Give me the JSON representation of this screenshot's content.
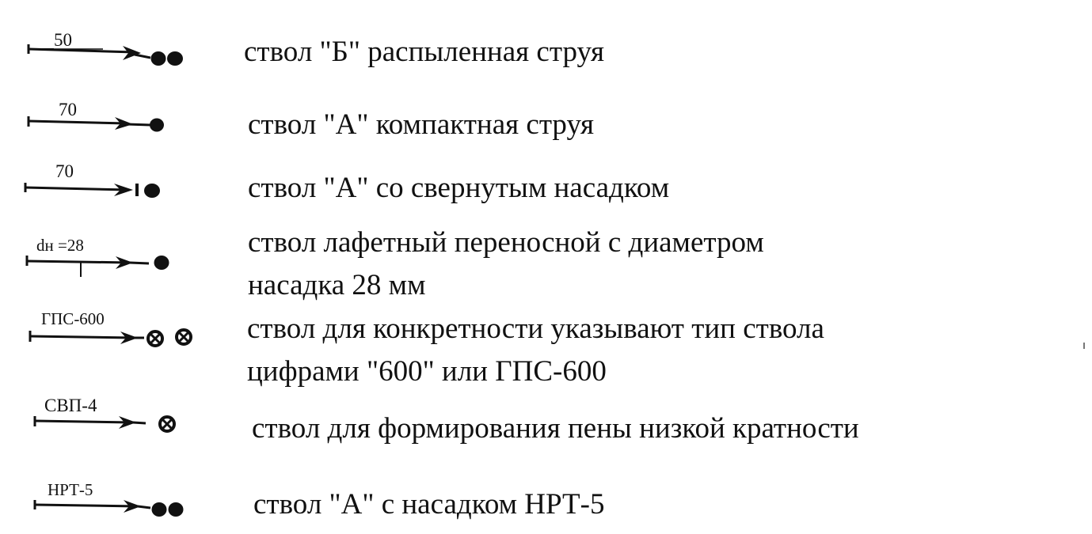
{
  "legend": {
    "items": [
      {
        "symbol_label": "50",
        "description_lines": [
          "ствол \"Б\" распыленная струя"
        ]
      },
      {
        "symbol_label": "70",
        "description_lines": [
          "ствол \"А\" компактная струя"
        ]
      },
      {
        "symbol_label": "70",
        "description_lines": [
          "ствол \"А\" со свернутым насадком"
        ]
      },
      {
        "symbol_label": "dн =28",
        "description_lines": [
          "ствол лафетный переносной с диаметром",
          "насадка 28 мм"
        ]
      },
      {
        "symbol_label": "ГПС-600",
        "description_lines": [
          "ствол для конкретности указывают тип ствола",
          "цифрами \"600\" или ГПС-600"
        ]
      },
      {
        "symbol_label": "СВП-4",
        "description_lines": [
          "ствол для формирования пены низкой кратности"
        ]
      },
      {
        "symbol_label": "НРТ-5",
        "description_lines": [
          "ствол \"А\" с насадком НРТ-5"
        ]
      }
    ]
  }
}
